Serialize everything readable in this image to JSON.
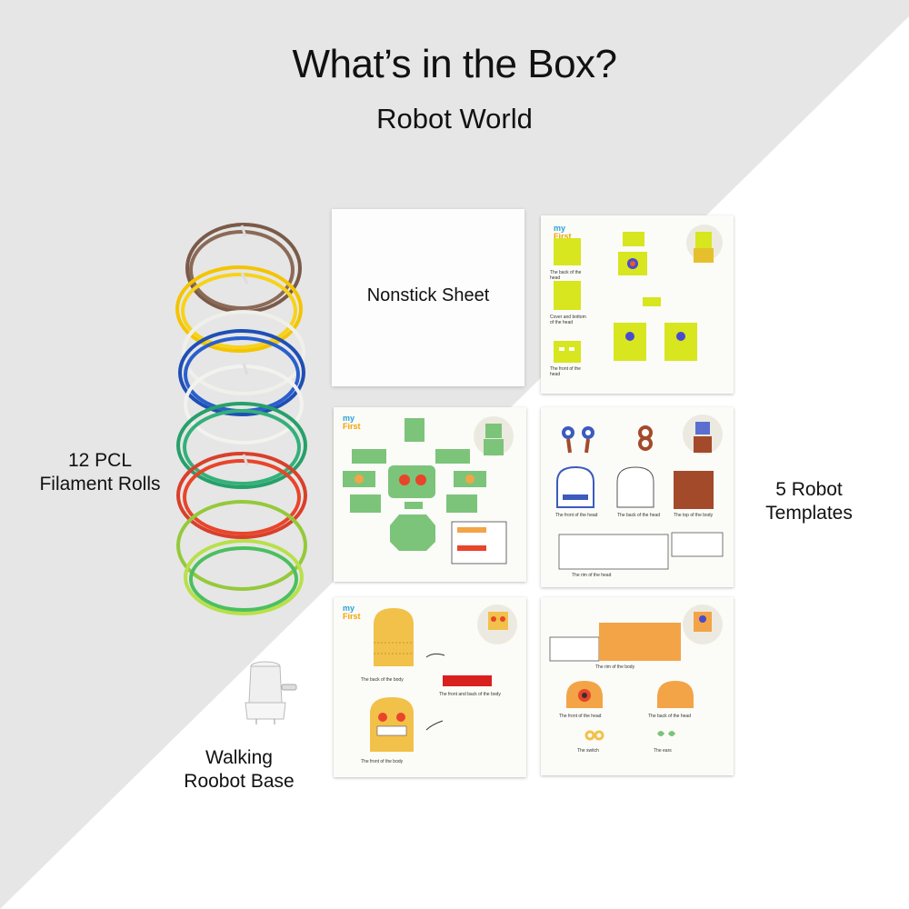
{
  "header": {
    "title": "What’s in the Box?",
    "subtitle": "Robot World"
  },
  "items": {
    "filament": "12 PCL\nFilament Rolls",
    "sheet": "Nonstick Sheet",
    "templates": "5 Robot\nTemplates",
    "base": "Walking\nRoobot Base"
  },
  "template_brand": {
    "line1": "my",
    "line2": "First"
  },
  "colors": {
    "background_light": "#e6e6e6",
    "background_white": "#ffffff",
    "filament": [
      "#7a5a48",
      "#f4c400",
      "#f0f0ea",
      "#1f4fb5",
      "#f2f2ee",
      "#27a06a",
      "#d9402b",
      "#e8452b",
      "#95c93a",
      "#b8e04a"
    ],
    "template_yellow": "#d7e61e",
    "template_green": "#7cc47a",
    "template_brown": "#a34a2b",
    "template_orange": "#f3a447",
    "template_body_yellow": "#f2c14a"
  }
}
